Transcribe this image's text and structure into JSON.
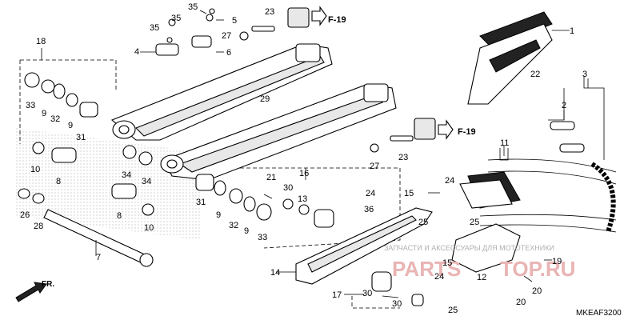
{
  "diagram": {
    "code": "MKEAF3200",
    "front_marker": "FR.",
    "ref_top": "F-19",
    "ref_mid": "F-19",
    "watermark_line": "ЗАПЧАСТИ И АКСЕССУАРЫ ДЛЯ МОТОТЕХНИКИ",
    "watermark_logo_left": "PARTS",
    "watermark_logo_right": "TOP.RU",
    "callouts": {
      "c1": "1",
      "c2": "2",
      "c3": "3",
      "c4": "4",
      "c5": "5",
      "c6": "6",
      "c7": "7",
      "c8a": "8",
      "c8b": "8",
      "c9a": "9",
      "c9b": "9",
      "c9c": "9",
      "c9d": "9",
      "c10a": "10",
      "c10b": "10",
      "c11": "11",
      "c12": "12",
      "c13": "13",
      "c14": "14",
      "c15a": "15",
      "c15b": "15",
      "c16": "16",
      "c17": "17",
      "c18": "18",
      "c19": "19",
      "c20a": "20",
      "c20b": "20",
      "c21": "21",
      "c22": "22",
      "c23a": "23",
      "c23b": "23",
      "c24a": "24",
      "c24b": "24",
      "c24c": "24",
      "c25a": "25",
      "c25b": "25",
      "c25c": "25",
      "c26": "26",
      "c27a": "27",
      "c27b": "27",
      "c28": "28",
      "c29": "29",
      "c30a": "30",
      "c30b": "30",
      "c30c": "30",
      "c31a": "31",
      "c31b": "31",
      "c32a": "32",
      "c32b": "32",
      "c33a": "33",
      "c33b": "33",
      "c34a": "34",
      "c34b": "34",
      "c35a": "35",
      "c35b": "35",
      "c35c": "35",
      "c36": "36"
    }
  }
}
